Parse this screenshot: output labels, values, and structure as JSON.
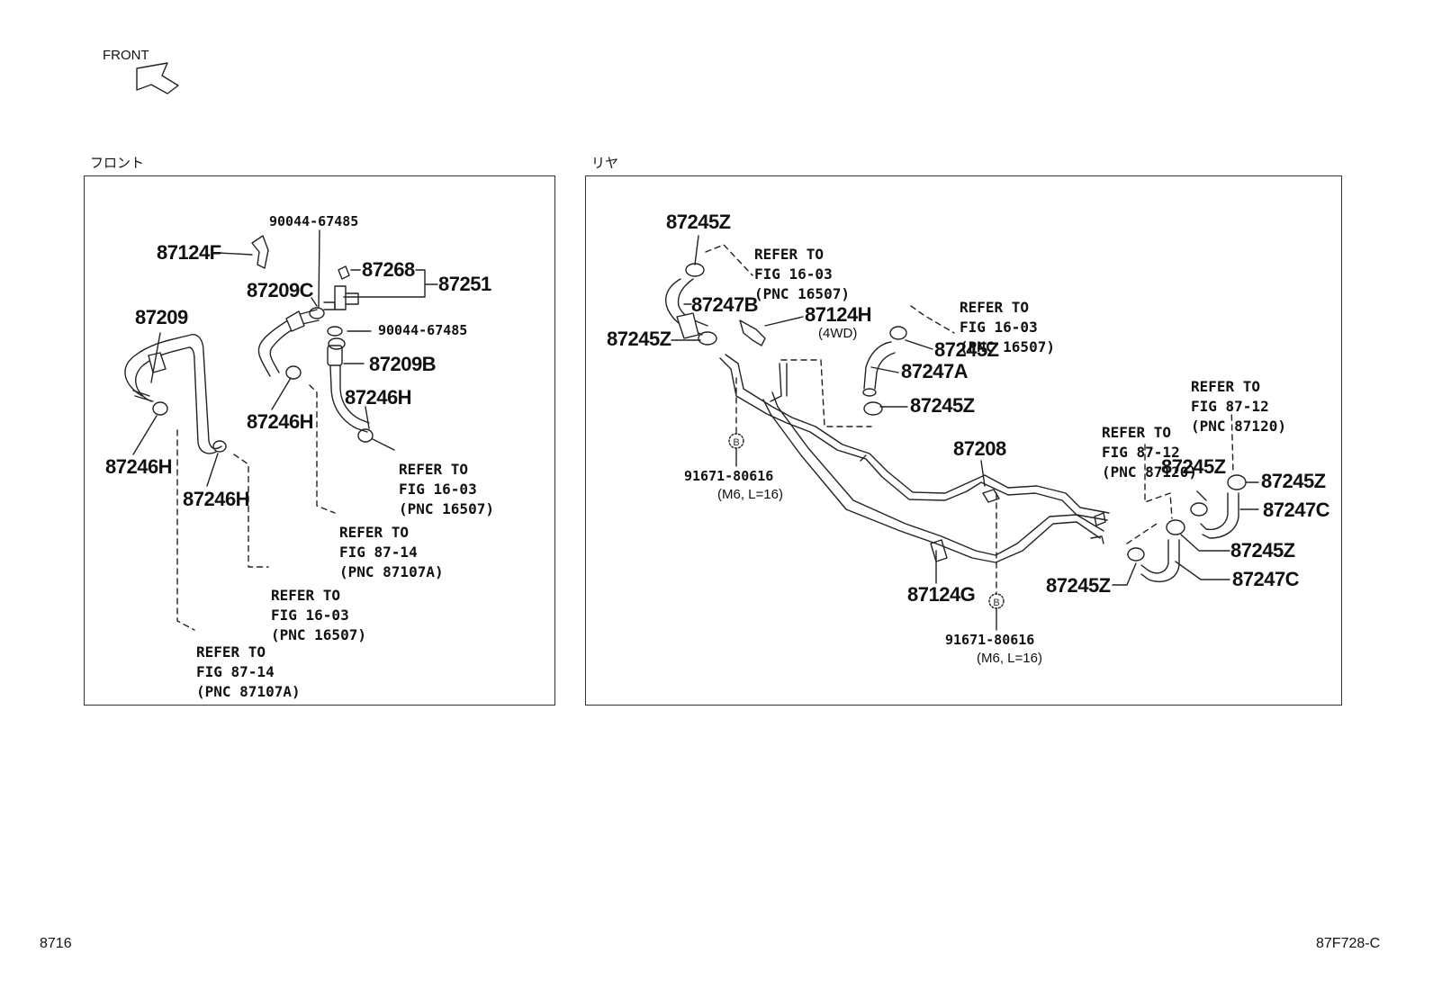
{
  "front_indicator": "FRONT",
  "footer": {
    "left_code": "8716",
    "right_code": "87F728-C"
  },
  "front_panel": {
    "title": "フロント",
    "labels": {
      "p90044_top": "90044-67485",
      "p87124F": "87124F",
      "p87268": "87268",
      "p87251": "87251",
      "p87209C": "87209C",
      "p87209": "87209",
      "p90044_mid": "90044-67485",
      "p87209B": "87209B",
      "p87246H_a": "87246H",
      "p87246H_b": "87246H",
      "p87246H_c": "87246H",
      "p87246H_d": "87246H"
    },
    "refs": {
      "r1": [
        "REFER TO",
        "FIG 16-03",
        "(PNC 16507)"
      ],
      "r2": [
        "REFER TO",
        "FIG 87-14",
        "(PNC 87107A)"
      ],
      "r3": [
        "REFER TO",
        "FIG 16-03",
        "(PNC 16507)"
      ],
      "r4": [
        "REFER TO",
        "FIG 87-14",
        "(PNC 87107A)"
      ]
    }
  },
  "rear_panel": {
    "title": "リヤ",
    "labels": {
      "z1": "87245Z",
      "p87247B": "87247B",
      "z2": "87245Z",
      "p87124H": "87124H",
      "p4wd": "(4WD)",
      "z3": "87245Z",
      "p87247A": "87247A",
      "z4": "87245Z",
      "p87208": "87208",
      "bolt1": "91671-80616",
      "bolt1_spec": "(M6, L=16)",
      "bolt2": "91671-80616",
      "bolt2_spec": "(M6, L=16)",
      "b_marker": "B",
      "p87124G": "87124G",
      "z5": "87245Z",
      "z6": "87245Z",
      "p87247C_a": "87247C",
      "z7": "87245Z",
      "z8": "87245Z",
      "p87247C_b": "87247C"
    },
    "refs": {
      "r1": [
        "REFER TO",
        "FIG 16-03",
        "(PNC 16507)"
      ],
      "r2": [
        "REFER TO",
        "FIG 16-03",
        "(PNC 16507)"
      ],
      "r3": [
        "REFER TO",
        "FIG 87-12",
        "(PNC 87120)"
      ],
      "r4": [
        "REFER TO",
        "FIG 87-12",
        "(PNC 87120)"
      ]
    }
  }
}
